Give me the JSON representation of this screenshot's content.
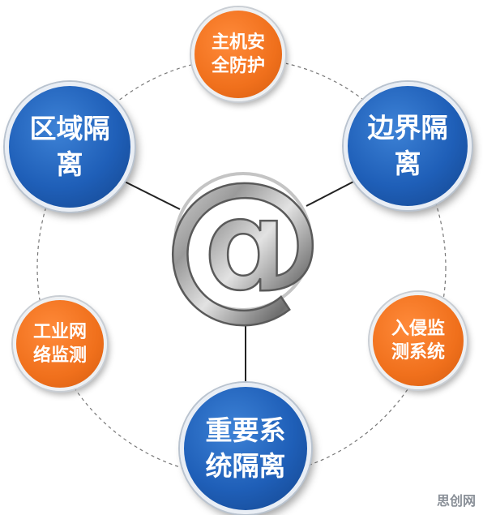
{
  "center_symbol": "@",
  "nodes": {
    "region_isolation": "区域隔\n离",
    "border_isolation": "边界隔\n离",
    "host_protection": "主机安\n全防护",
    "industrial_monitoring": "工业网\n络监测",
    "intrusion_detection": "入侵监\n测系统",
    "critical_isolation": "重要系\n统隔离"
  },
  "watermark": "思创网",
  "colors": {
    "blue_node": "#1f5fb8",
    "orange_node": "#f0701c",
    "connector": "#222222",
    "ring": "#777777"
  }
}
